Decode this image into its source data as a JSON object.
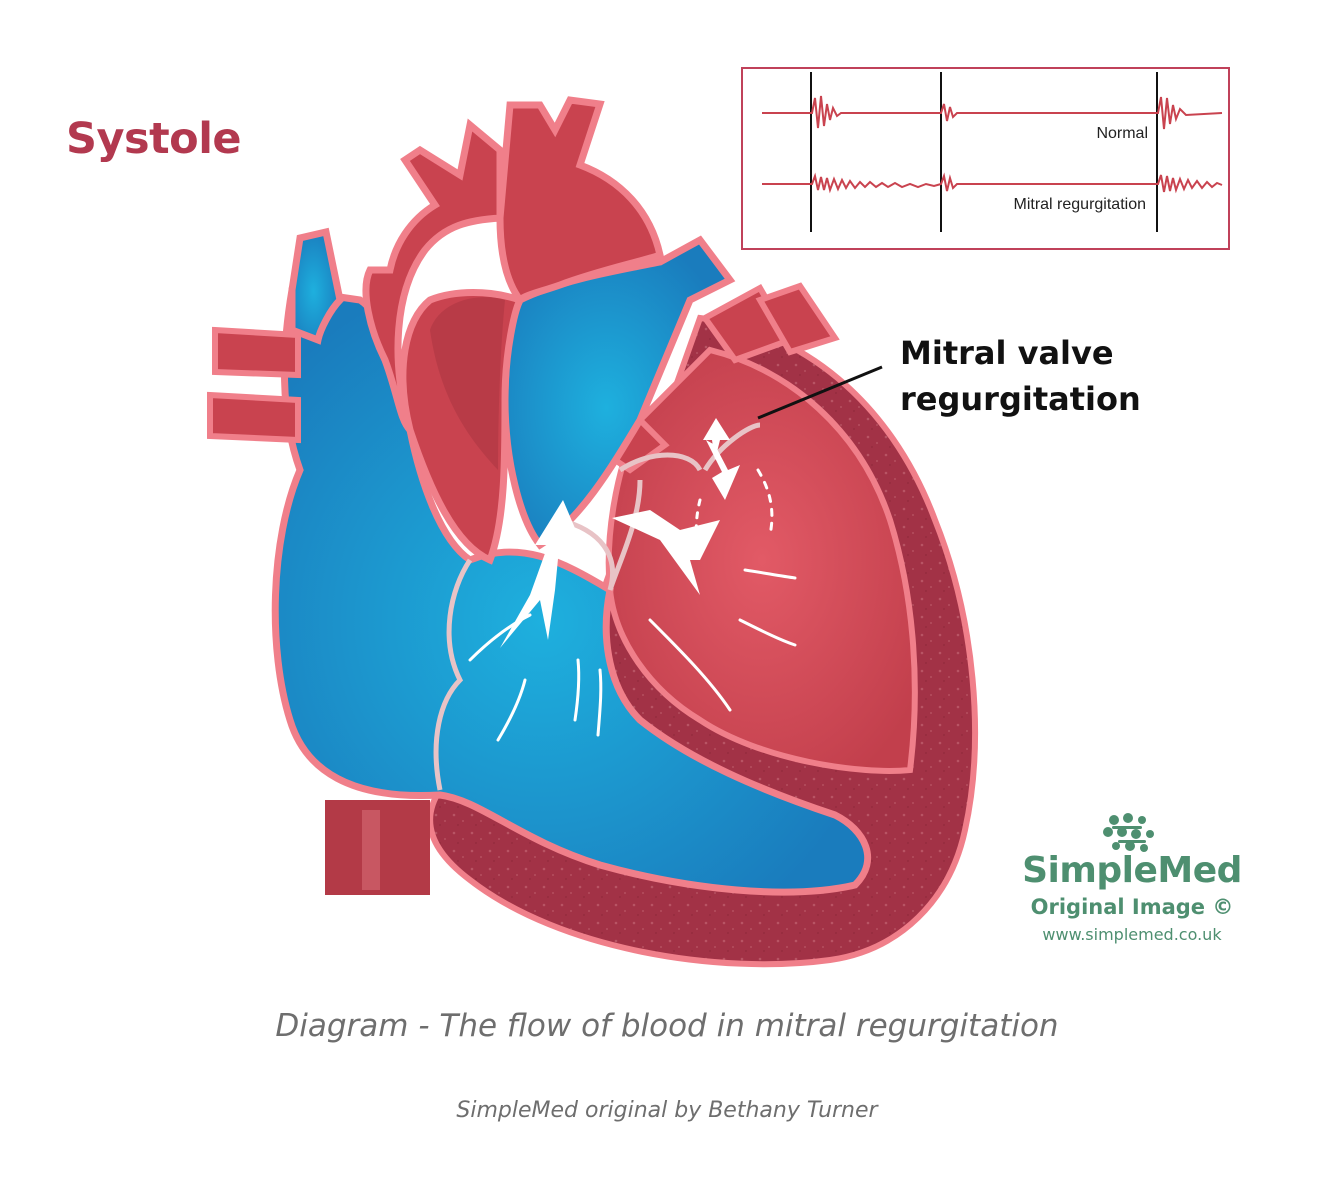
{
  "diagram": {
    "heading": "Systole",
    "callout": {
      "line1": "Mitral valve",
      "line2": "regurgitation"
    },
    "inset": {
      "normal_label": "Normal",
      "mr_label": "Mitral regurgitation"
    }
  },
  "brand": {
    "name": "SimpleMed",
    "sub": "Original Image ©",
    "url": "www.simplemed.co.uk"
  },
  "caption": {
    "main": "Diagram - The flow of blood in mitral regurgitation",
    "credit": "SimpleMed original by Bethany Turner"
  },
  "colors": {
    "heading": "#b2394f",
    "outline": "#f07f8a",
    "oxygenated": "#c9434f",
    "oxygenated_dark": "#a83340",
    "deoxygenated": "#2a8ec8",
    "deoxygenated_light": "#1eb0de",
    "myocardium": "#a23246",
    "brand": "#4e8f70",
    "inset_border": "#c0415a",
    "trace": "#c9434f"
  }
}
